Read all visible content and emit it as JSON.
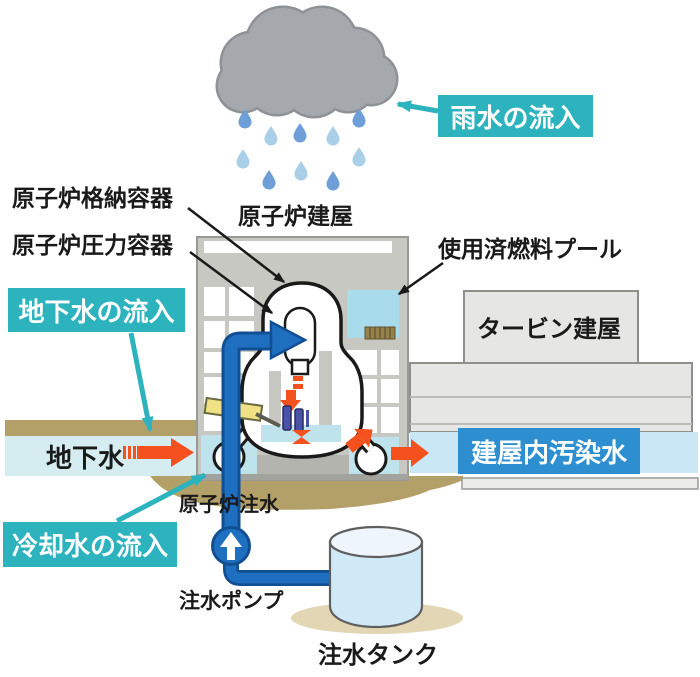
{
  "diagram_title": "Reactor building water inflow and contamination diagram",
  "labels": {
    "rain_inflow": "雨水の流入",
    "containment": "原子炉格納容器",
    "pressure": "原子炉圧力容器",
    "reactor_building": "原子炉建屋",
    "spent_fuel_pool": "使用済燃料プール",
    "groundwater_inflow": "地下水の流入",
    "turbine_building": "タービン建屋",
    "groundwater": "地下水",
    "contaminated_water": "建屋内汚染水",
    "reactor_injection": "原子炉注水",
    "cooling_inflow": "冷却水の流入",
    "pump": "注水ポンプ",
    "tank": "注水タンク"
  },
  "icons": {
    "cloud": "rain-cloud",
    "raindrop": "raindrop",
    "pump": "circle-with-up-arrow",
    "tank": "water-cylinder",
    "flow_arrow": "orange-arrow",
    "injection_pipe": "blue-pipe-arrow",
    "pointer": "teal-arrow"
  },
  "colors": {
    "teal_box": "#2cb3bd",
    "blue_box": "#2e8fd0",
    "pipe_blue": "#1e6fc0",
    "pipe_blue_dark": "#124f92",
    "arrow_orange": "#f4511e",
    "ground_tan": "#b3a069",
    "tank_shadow_tan": "#e2d6b4",
    "groundwater_blue": "#d5edf1",
    "turbine_water_blue": "#c9e7f4",
    "pool_blue": "#a8dcec",
    "torus_water_blue": "#bfe3ec",
    "building_gray": "#c8c8c2",
    "turbine_gray": "#e6e6e4",
    "cloud_gray": "#a5a8ac",
    "rain_dark": "#6f9fd8",
    "rain_light": "#a9cfe9",
    "yellow_pipe": "#f0e284",
    "crd_purple": "#4b53a6",
    "text_black": "#1a1a1a"
  }
}
